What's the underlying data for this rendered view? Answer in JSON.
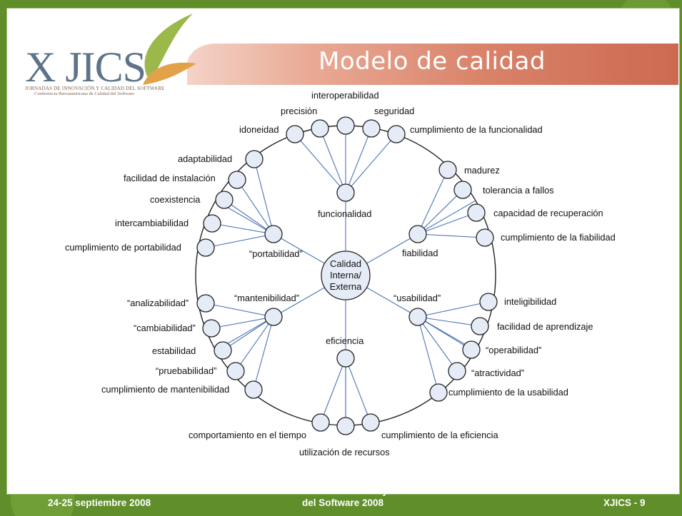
{
  "slide": {
    "title": "Modelo de calidad",
    "logo": {
      "name": "X JICS",
      "line1": "JORNADAS DE INNOVACIÓN Y CALIDAD DEL SOFTWARE",
      "line2": "Conferencia Iberoamericana de Calidad del Software"
    }
  },
  "diagram": {
    "center": [
      "Calidad",
      "Interna/",
      "Externa"
    ],
    "hubs": {
      "funcionalidad": "funcionalidad",
      "fiabilidad": "fiabilidad",
      "usabilidad": "“usabilidad”",
      "eficiencia": "eficiencia",
      "mantenibilidad": "“mantenibilidad”",
      "portabilidad": "“portabilidad”"
    },
    "funcionalidad": [
      "interoperabilidad",
      "precisión",
      "seguridad",
      "idoneidad",
      "cumplimiento de la funcionalidad"
    ],
    "fiabilidad": [
      "madurez",
      "tolerancia a fallos",
      "capacidad de recuperación",
      "cumplimiento de la fiabilidad"
    ],
    "usabilidad": [
      "inteligibilidad",
      "facilidad de aprendizaje",
      "“operabilidad”",
      "“atractividad”",
      "cumplimiento de la usabilidad"
    ],
    "eficiencia": [
      "comportamiento en el tiempo",
      "cumplimiento de la eficiencia",
      "utilización de recursos"
    ],
    "mantenibilidad": [
      "“analizabilidad”",
      "“cambiabilidad”",
      "estabilidad",
      "“pruebabilidad”",
      "cumplimiento de mantenibilidad"
    ],
    "portabilidad": [
      "adaptabilidad",
      "facilidad de instalación",
      "coexistencia",
      "intercambiabilidad",
      "cumplimiento de portabilidad"
    ]
  },
  "footer": {
    "date": "24-25 septiembre 2008",
    "event_line1": "X Jornadas de Innovación y Calidad",
    "event_line2": "del Software 2008",
    "slide_number": "XJICS - 9"
  },
  "colors": {
    "frame": "#5f8e2a",
    "title_bar": "#d9836a",
    "node_fill": "#e6ecf7",
    "spoke": "#4a74b8"
  }
}
